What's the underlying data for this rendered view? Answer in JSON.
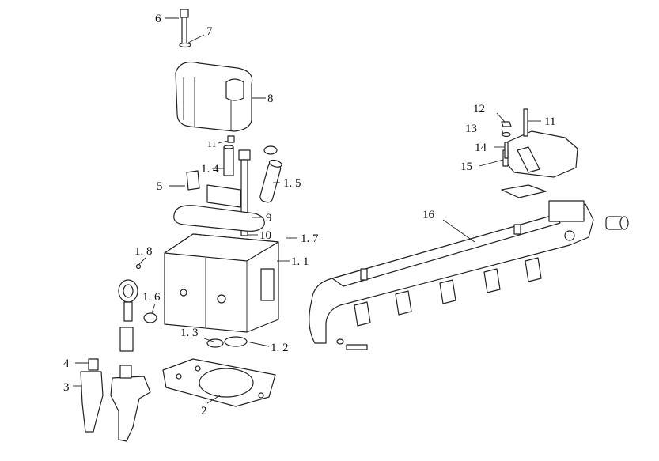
{
  "callouts": {
    "c6": "6",
    "c7": "7",
    "c8": "8",
    "c11a": "11",
    "c1_4": "1. 4",
    "c1_5": "1. 5",
    "c5": "5",
    "c9": "9",
    "c10": "10",
    "c1_7": "1. 7",
    "c1_8": "1. 8",
    "c1_1": "1. 1",
    "c1_6": "1. 6",
    "c1_3": "1. 3",
    "c1_2": "1. 2",
    "c4": "4",
    "c3": "3",
    "c2": "2",
    "c12": "12",
    "c13": "13",
    "c11b": "11",
    "c14": "14",
    "c15": "15",
    "c16": "16"
  }
}
